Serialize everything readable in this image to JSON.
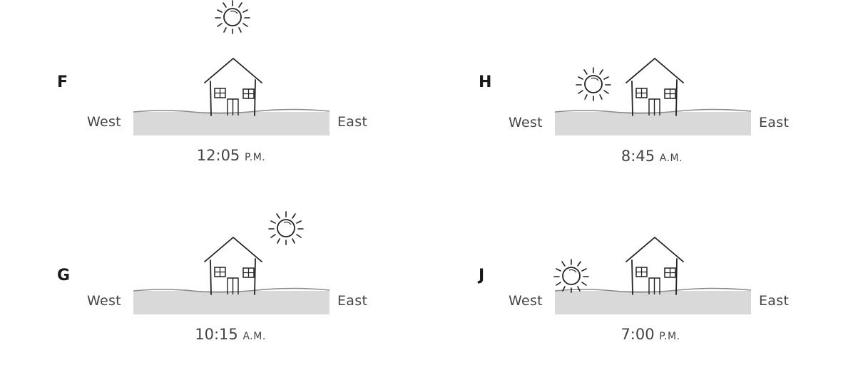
{
  "panels": [
    {
      "letter": "F",
      "west_label": "West",
      "east_label": "East",
      "time": "12:05",
      "period": "P.M.",
      "sun_position": "overhead"
    },
    {
      "letter": "H",
      "west_label": "West",
      "east_label": "East",
      "time": "8:45",
      "period": "A.M.",
      "sun_position": "west-low"
    },
    {
      "letter": "G",
      "west_label": "West",
      "east_label": "East",
      "time": "10:15",
      "period": "A.M.",
      "sun_position": "east-mid"
    },
    {
      "letter": "J",
      "west_label": "West",
      "east_label": "East",
      "time": "7:00",
      "period": "P.M.",
      "sun_position": "west-horizon"
    }
  ],
  "colors": {
    "ground": "#d9d9d9",
    "ground_line": "#8a8a8a",
    "ink": "#222222",
    "text": "#444444"
  }
}
